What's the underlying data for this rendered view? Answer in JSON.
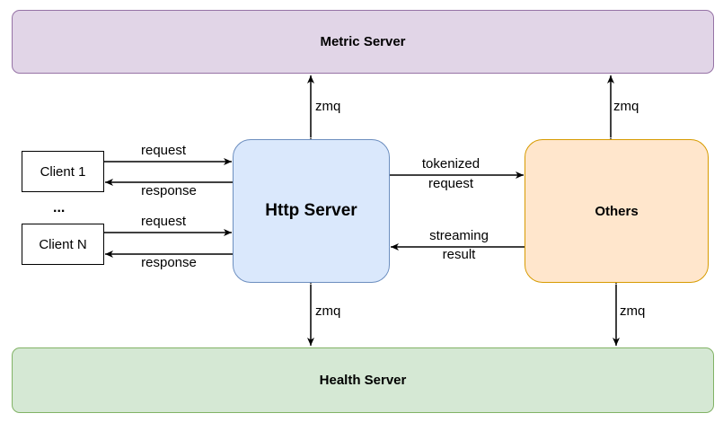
{
  "nodes": {
    "metric_server": "Metric Server",
    "health_server": "Health Server",
    "http_server": "Http Server",
    "others": "Others",
    "client_1": "Client 1",
    "client_n": "Client N",
    "ellipsis": "..."
  },
  "edges": {
    "client1_request": "request",
    "client1_response": "response",
    "clientn_request": "request",
    "clientn_response": "response",
    "tokenized_line1": "tokenized",
    "tokenized_line2": "request",
    "streaming_line1": "streaming",
    "streaming_line2": "result",
    "zmq_http_metric": "zmq",
    "zmq_others_metric": "zmq",
    "zmq_http_health": "zmq",
    "zmq_others_health": "zmq"
  },
  "colors": {
    "metric_fill": "#e1d5e7",
    "metric_stroke": "#9673a6",
    "health_fill": "#d5e8d4",
    "health_stroke": "#82b366",
    "http_fill": "#dae8fc",
    "http_stroke": "#6c8ebf",
    "others_fill": "#ffe6cc",
    "others_stroke": "#d79b00"
  }
}
